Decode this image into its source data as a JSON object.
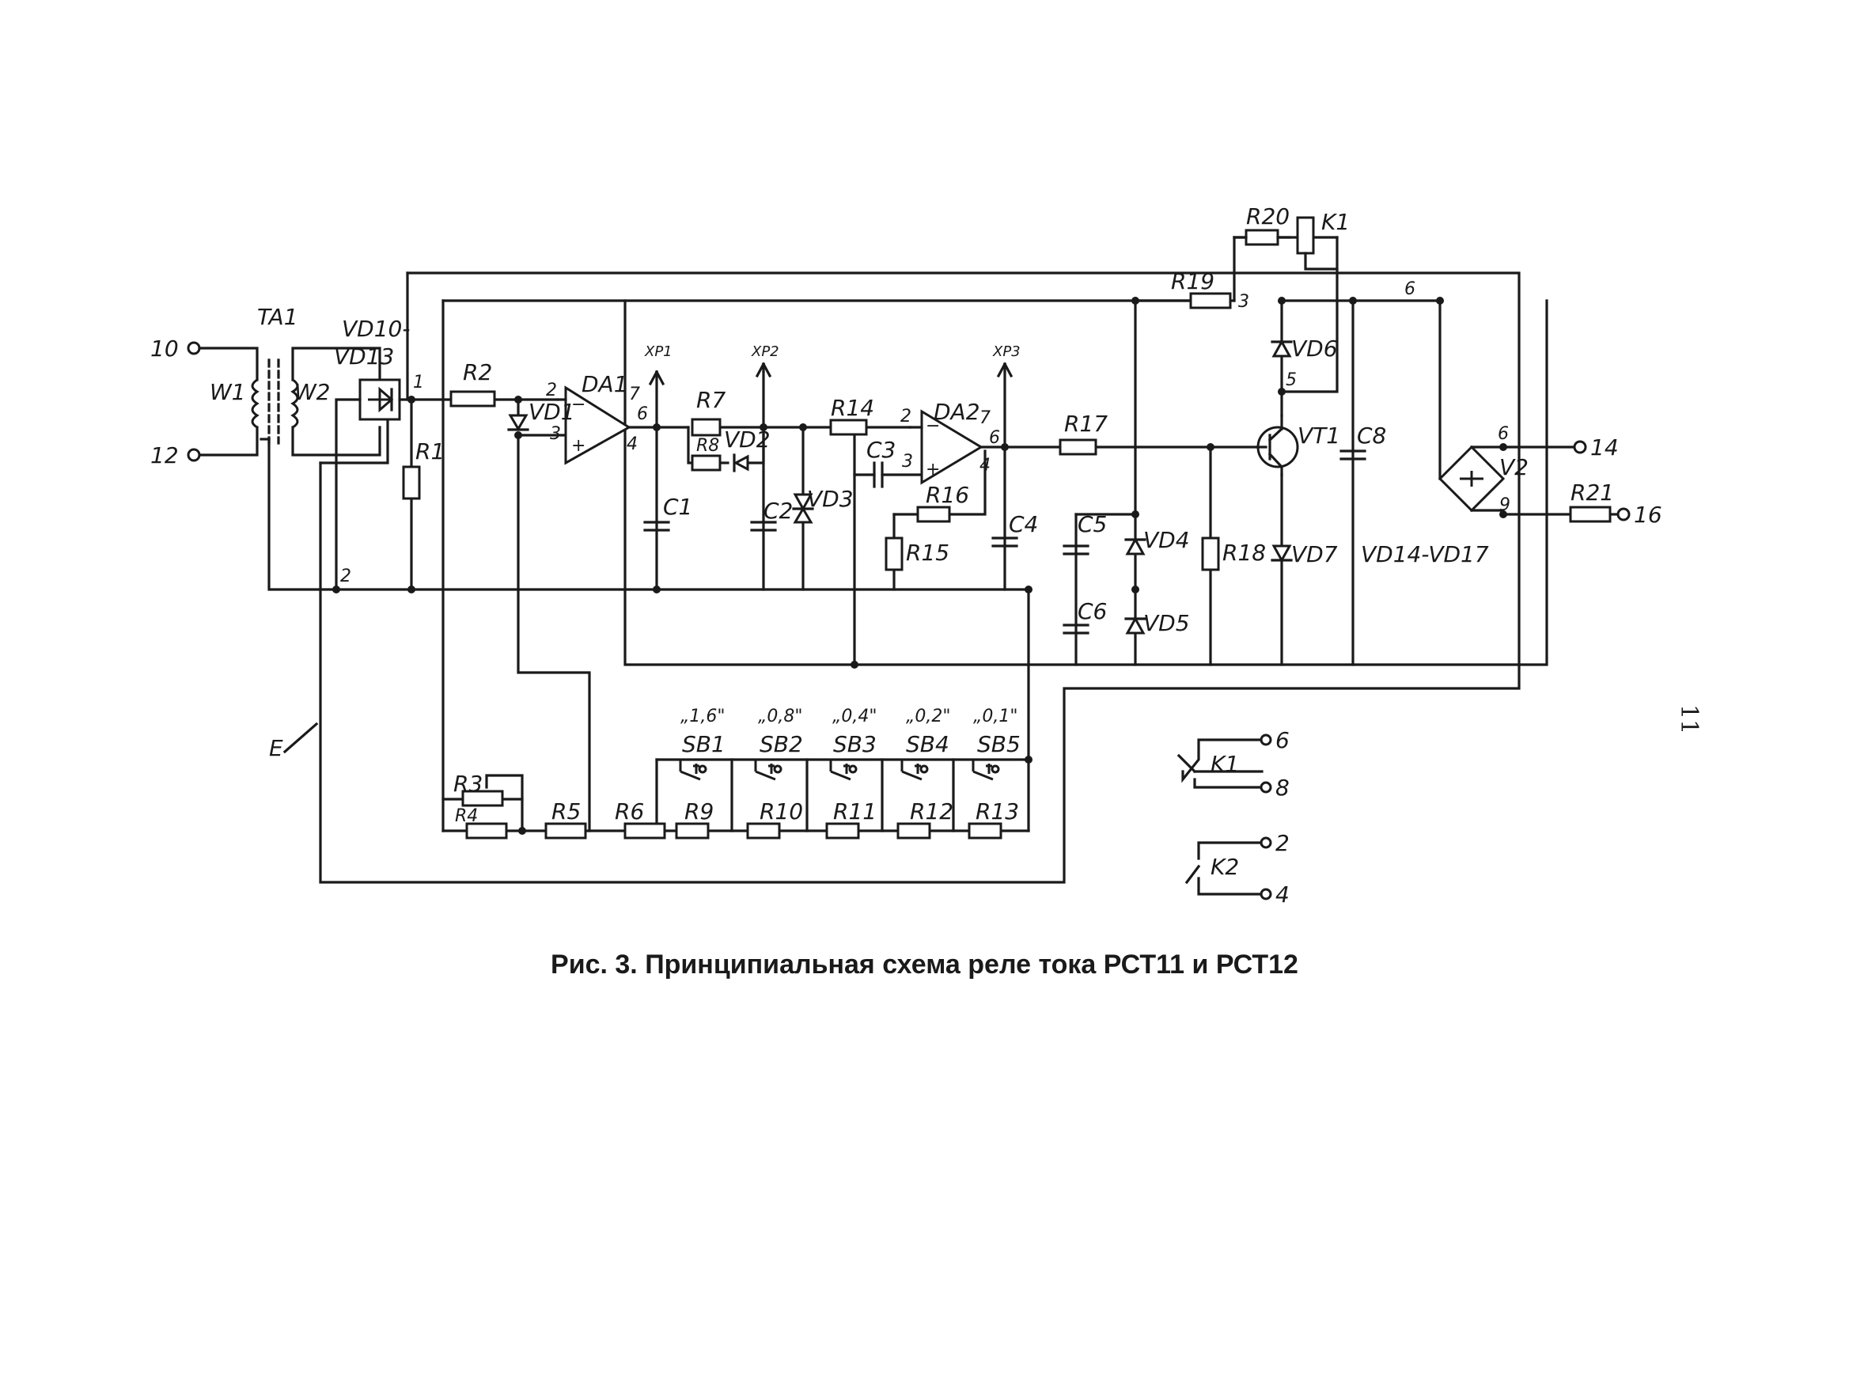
{
  "caption": "Рис. 3. Принципиальная схема реле тока РСТ11 и РСТ12",
  "page_number": "11",
  "labels": {
    "TA1": "TA1",
    "W1": "W1",
    "W2": "W2",
    "VD10": "VD10-",
    "VD13": "VD13",
    "R1": "R1",
    "R2": "R2",
    "R3": "R3",
    "R4": "R4",
    "R5": "R5",
    "R6": "R6",
    "R7": "R7",
    "R8": "R8",
    "R9": "R9",
    "R10": "R10",
    "R11": "R11",
    "R12": "R12",
    "R13": "R13",
    "R14": "R14",
    "R15": "R15",
    "R16": "R16",
    "R17": "R17",
    "R18": "R18",
    "R19": "R19",
    "R20": "R20",
    "R21": "R21",
    "C1": "C1",
    "C2": "C2",
    "C3": "C3",
    "C4": "C4",
    "C5": "C5",
    "C6": "C6",
    "C8": "C8",
    "VD1": "VD1",
    "VD2": "VD2",
    "VD3": "VD3",
    "VD4": "VD4",
    "VD5": "VD5",
    "VD6": "VD6",
    "VD7": "VD7",
    "VD14_17": "VD14-VD17",
    "DA1": "DA1",
    "DA2": "DA2",
    "VT1": "VT1",
    "V2": "V2",
    "K1": "K1",
    "K2": "K2",
    "XP1": "XP1",
    "XP2": "XP2",
    "XP3": "XP3",
    "SB1": "SB1",
    "SB2": "SB2",
    "SB3": "SB3",
    "SB4": "SB4",
    "SB5": "SB5",
    "SB1_val": "„1,6\"",
    "SB2_val": "„0,8\"",
    "SB3_val": "„0,4\"",
    "SB4_val": "„0,2\"",
    "SB5_val": "„0,1\"",
    "E": "E"
  },
  "terminals": {
    "t10": "10",
    "t12": "12",
    "t14": "14",
    "t16": "16",
    "k1a": "6",
    "k1b": "8",
    "k2a": "2",
    "k2b": "4"
  },
  "nodes": {
    "n1": "1",
    "n2": "2",
    "n3": "3",
    "n5": "5",
    "n6": "6",
    "n6b": "6",
    "n9": "9",
    "da1_p2": "2",
    "da1_p3": "3",
    "da1_p7": "7",
    "da1_p6": "6",
    "da1_p4": "4",
    "da2_p2": "2",
    "da2_p3": "3",
    "da2_p7": "7",
    "da2_p6": "6",
    "da2_p4": "4",
    "da1_minus": "−",
    "da1_plus": "+",
    "da2_minus": "−",
    "da2_plus": "+"
  }
}
